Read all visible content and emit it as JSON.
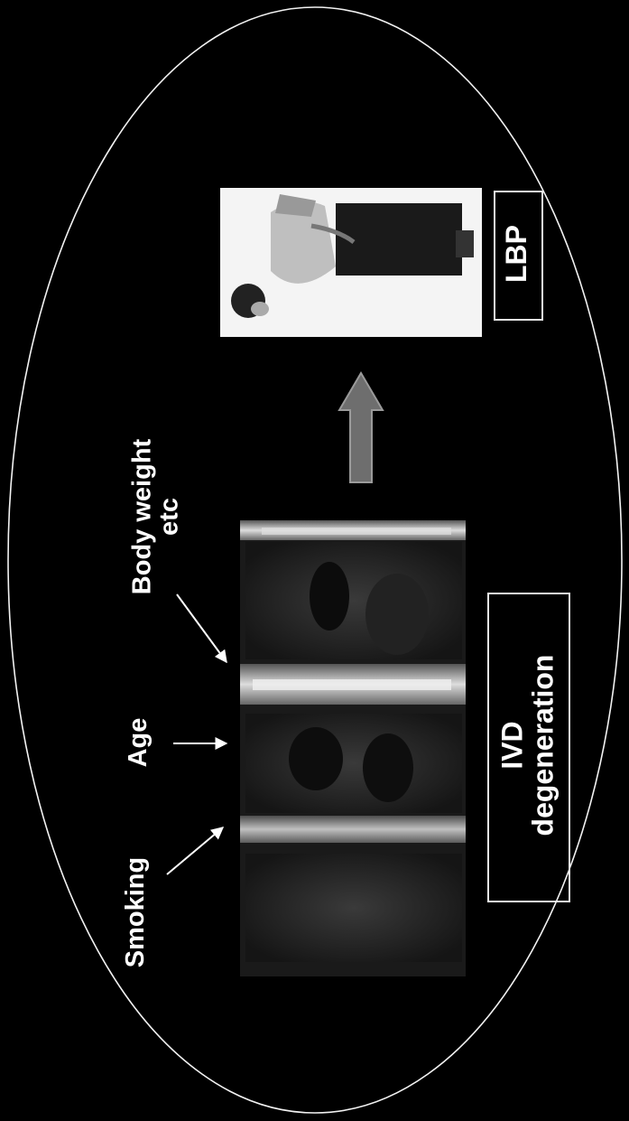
{
  "factors": {
    "smoking": "Smoking",
    "age": "Age",
    "body_weight_line1": "Body weight",
    "body_weight_line2": "etc"
  },
  "boxes": {
    "ivd_line1": "IVD",
    "ivd_line2": "degeneration",
    "lbp": "LBP"
  },
  "colors": {
    "background": "#000000",
    "outline": "#ffffff",
    "arrow_fill": "#6e6e6e",
    "text": "#ffffff"
  }
}
